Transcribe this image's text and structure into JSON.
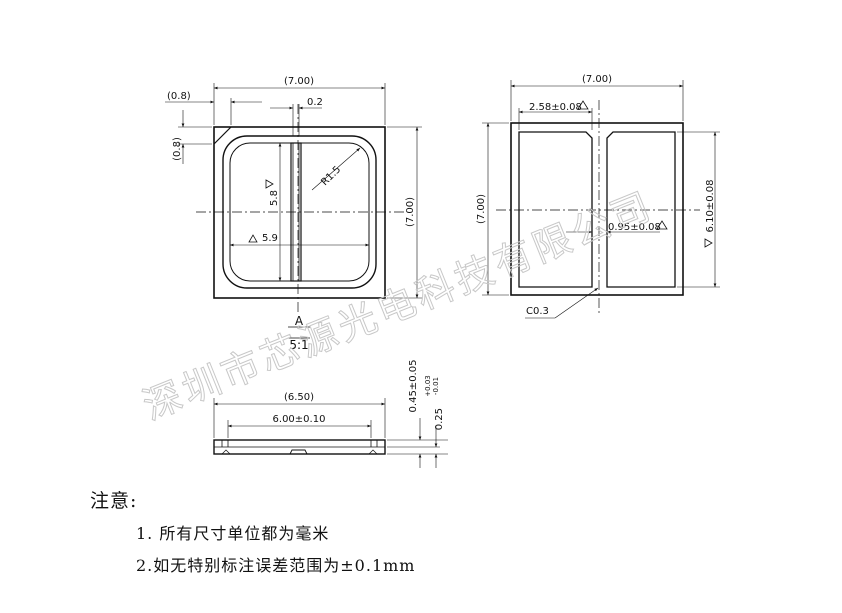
{
  "watermark": "深圳市芯源光电科技有限公司",
  "top_view": {
    "width_dim": "(7.00)",
    "corner_x_dim": "(0.8)",
    "corner_y_dim": "(0.8)",
    "gap_dim": "0.2",
    "radius_dim": "R1.5",
    "inner_h_dim": "5.8",
    "inner_w_dim": "5.9",
    "height_dim": "(7.00)",
    "section_label": "A",
    "scale_label": "5:1"
  },
  "bottom_view": {
    "width_dim": "(7.00)",
    "pad_w_dim": "2.58±0.08",
    "height_dim": "(7.00)",
    "gap_dim": "0.95±0.08",
    "pad_h_dim": "6.10±0.08",
    "chamfer_dim": "C0.3"
  },
  "side_view": {
    "outer_w_dim": "(6.50)",
    "inner_w_dim": "6.00±0.10",
    "thick1_dim": "0.45±0.05",
    "thick2_dim": "0.25",
    "thick2_tol_upper": "+0.03",
    "thick2_tol_lower": "-0.01"
  },
  "notes": {
    "title": "注意:",
    "items": [
      "1. 所有尺寸单位都为毫米",
      "2.如无特别标注误差范围为±0.1mm"
    ]
  }
}
